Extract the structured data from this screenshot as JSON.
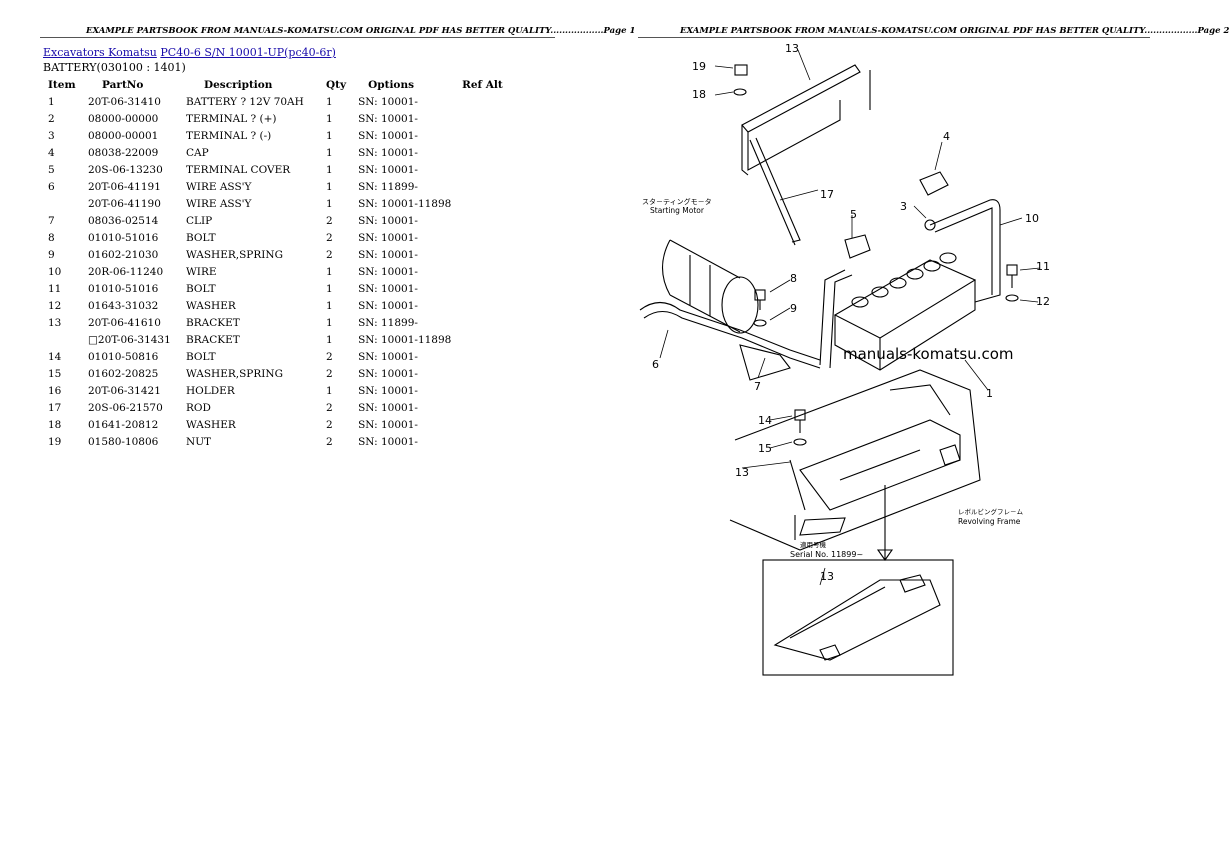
{
  "header": {
    "page1": "EXAMPLE PARTSBOOK FROM MANUALS-KOMATSU.COM ORIGINAL PDF HAS BETTER QUALITY..................Page 1",
    "page2": "EXAMPLE PARTSBOOK FROM MANUALS-KOMATSU.COM ORIGINAL PDF HAS BETTER QUALITY..................Page 2"
  },
  "breadcrumb": {
    "link1": "Excavators Komatsu",
    "link2": "PC40-6 S/N 10001-UP(pc40-6r)"
  },
  "subtitle": "BATTERY(030100 : 1401)",
  "table": {
    "headers": [
      "Item",
      "PartNo",
      "Description",
      "Qty",
      "Options",
      "Ref Alt"
    ],
    "rows": [
      [
        "1",
        "20T-06-31410",
        "BATTERY ? 12V 70AH",
        "1",
        "SN: 10001-",
        ""
      ],
      [
        "2",
        "08000-00000",
        "TERMINAL ? (+)",
        "1",
        "SN: 10001-",
        ""
      ],
      [
        "3",
        "08000-00001",
        "TERMINAL ? (-)",
        "1",
        "SN: 10001-",
        ""
      ],
      [
        "4",
        "08038-22009",
        "CAP",
        "1",
        "SN: 10001-",
        ""
      ],
      [
        "5",
        "20S-06-13230",
        "TERMINAL COVER",
        "1",
        "SN: 10001-",
        ""
      ],
      [
        "6",
        "20T-06-41191",
        "WIRE ASS'Y",
        "1",
        "SN: 11899-",
        ""
      ],
      [
        "",
        "20T-06-41190",
        "WIRE ASS'Y",
        "1",
        "SN: 10001-11898",
        ""
      ],
      [
        "7",
        "08036-02514",
        "CLIP",
        "2",
        "SN: 10001-",
        ""
      ],
      [
        "8",
        "01010-51016",
        "BOLT",
        "2",
        "SN: 10001-",
        ""
      ],
      [
        "9",
        "01602-21030",
        "WASHER,SPRING",
        "2",
        "SN: 10001-",
        ""
      ],
      [
        "10",
        "20R-06-11240",
        "WIRE",
        "1",
        "SN: 10001-",
        ""
      ],
      [
        "11",
        "01010-51016",
        "BOLT",
        "1",
        "SN: 10001-",
        ""
      ],
      [
        "12",
        "01643-31032",
        "WASHER",
        "1",
        "SN: 10001-",
        ""
      ],
      [
        "13",
        "20T-06-41610",
        "BRACKET",
        "1",
        "SN: 11899-",
        ""
      ],
      [
        "",
        "□20T-06-31431",
        "BRACKET",
        "1",
        "SN: 10001-11898",
        ""
      ],
      [
        "14",
        "01010-50816",
        "BOLT",
        "2",
        "SN: 10001-",
        ""
      ],
      [
        "15",
        "01602-20825",
        "WASHER,SPRING",
        "2",
        "SN: 10001-",
        ""
      ],
      [
        "16",
        "20T-06-31421",
        "HOLDER",
        "1",
        "SN: 10001-",
        ""
      ],
      [
        "17",
        "20S-06-21570",
        "ROD",
        "2",
        "SN: 10001-",
        ""
      ],
      [
        "18",
        "01641-20812",
        "WASHER",
        "2",
        "SN: 10001-",
        ""
      ],
      [
        "19",
        "01580-10806",
        "NUT",
        "2",
        "SN: 10001-",
        ""
      ]
    ]
  },
  "diagram": {
    "callouts": [
      "19",
      "18",
      "13",
      "4",
      "17",
      "3",
      "10",
      "5",
      "11",
      "8",
      "12",
      "9",
      "6",
      "7",
      "1",
      "14",
      "15",
      "13",
      "13"
    ],
    "label_starting_motor_jp": "スタ－ティングモ－タ",
    "label_starting_motor": "Starting Motor",
    "watermark": "manuals-komatsu.com",
    "label_frame_jp": "レボルビングフレ－ム",
    "label_frame": "Revolving Frame",
    "label_serial_jp": "適用号機",
    "label_serial": "Serial No. 11899~"
  }
}
